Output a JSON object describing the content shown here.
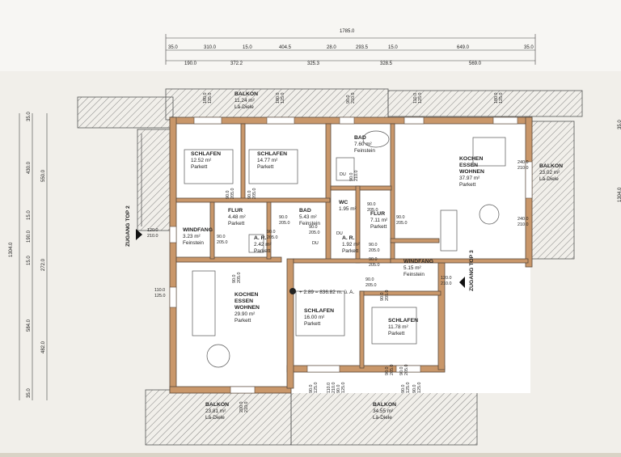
{
  "dimensions": {
    "top_total": "1785.0",
    "top_row1": [
      "35.0",
      "310.0",
      "15.0",
      "404.5",
      "28.0",
      "293.5",
      "15.0",
      "649.0",
      "35.0"
    ],
    "top_row2": [
      "190.0",
      "372.2",
      "325.3",
      "328.5",
      "569.0"
    ],
    "left_total": "1304.0",
    "left_row1": [
      "35.0",
      "430.0",
      "15.0",
      "190.0",
      "15.0",
      "584.0",
      "35.0"
    ],
    "left_row2": [
      "550.0",
      "272.0",
      "482.0"
    ],
    "right_partial": [
      "35.0",
      "1304.0"
    ]
  },
  "rooms": [
    {
      "name": "BALKON",
      "area": "11.24 m²",
      "floor": "Lä-Diele"
    },
    {
      "name": "SCHLAFEN",
      "area": "12.52 m²",
      "floor": "Parkett"
    },
    {
      "name": "SCHLAFEN",
      "area": "14.77 m²",
      "floor": "Parkett"
    },
    {
      "name": "BAD",
      "area": "7.60 m²",
      "floor": "Feinstein"
    },
    {
      "name": "KOCHEN ESSEN WOHNEN",
      "area": "37.97 m²",
      "floor": "Parkett"
    },
    {
      "name": "BALKON",
      "area": "23.02 m²",
      "floor": "Lä-Diele"
    },
    {
      "name": "FLUR",
      "area": "4.48 m²",
      "floor": "Parkett"
    },
    {
      "name": "BAD",
      "area": "5.43 m²",
      "floor": "Feinstein"
    },
    {
      "name": "WC",
      "area": "1.95 m²",
      "floor": ""
    },
    {
      "name": "FLUR",
      "area": "7.11 m²",
      "floor": "Parkett"
    },
    {
      "name": "WINDFANG",
      "area": "3.23 m²",
      "floor": "Feinstein"
    },
    {
      "name": "A. R.",
      "area": "2.42 m²",
      "floor": "Parkett"
    },
    {
      "name": "A. R.",
      "area": "1.92 m²",
      "floor": "Parkett"
    },
    {
      "name": "WINDFANG",
      "area": "5.15 m²",
      "floor": "Feinstein"
    },
    {
      "name": "KOCHEN ESSEN WOHNEN",
      "area": "29.90 m²",
      "floor": "Parkett"
    },
    {
      "name": "SCHLAFEN",
      "area": "16.00 m²",
      "floor": "Parkett"
    },
    {
      "name": "SCHLAFEN",
      "area": "11.78 m²",
      "floor": "Parkett"
    },
    {
      "name": "BALKON",
      "area": "23.81 m²",
      "floor": "Lä-Diele"
    },
    {
      "name": "BALKON",
      "area": "34.55 m²",
      "floor": "Lä-Diele"
    }
  ],
  "door_labels": [
    [
      "180.0",
      "125.0"
    ],
    [
      "180.0",
      "125.0"
    ],
    [
      "90.0",
      "210.0"
    ],
    [
      "110.0",
      "125.0"
    ],
    [
      "180.0",
      "125.0"
    ],
    [
      "90.0",
      "210.0"
    ],
    [
      "240.0",
      "210.0"
    ],
    [
      "240.0",
      "210.0"
    ],
    [
      "90.0",
      "205.0"
    ],
    [
      "90.0",
      "205.0"
    ],
    [
      "90.0",
      "205.0"
    ],
    [
      "90.0",
      "205.0"
    ],
    [
      "90.0",
      "205.0"
    ],
    [
      "120.0",
      "210.0"
    ],
    [
      "90.0",
      "205.0"
    ],
    [
      "90.0",
      "205.0"
    ],
    [
      "90.0",
      "205.0"
    ],
    [
      "90.0",
      "205.0"
    ],
    [
      "90.0",
      "205.0"
    ],
    [
      "90.0",
      "205.0"
    ],
    [
      "90.0",
      "205.0"
    ],
    [
      "120.0",
      "210.0"
    ],
    [
      "110.0",
      "125.0"
    ],
    [
      "90.0",
      "205.0"
    ],
    [
      "90.0",
      "205.0"
    ],
    [
      "90.0",
      "205.0"
    ],
    [
      "90.0",
      "125.0"
    ],
    [
      "110.0",
      "210.0"
    ],
    [
      "90.0",
      "125.0"
    ],
    [
      "90.0",
      "125.0"
    ],
    [
      "200.0",
      "210.0"
    ],
    [
      "90.0",
      "125.0"
    ]
  ],
  "du_labels": [
    "DU",
    "DU",
    "DU"
  ],
  "elevation": "+ 2.89 = 836.82 m. ü. A.",
  "entrances": [
    "ZUGANG TOP 2",
    "ZUGANG TOP 3"
  ],
  "colors": {
    "paper": "#f1efea",
    "wall": "#c9976a",
    "wall_outline": "#5a4a3c",
    "line": "#333333",
    "hatch": "#555555"
  }
}
